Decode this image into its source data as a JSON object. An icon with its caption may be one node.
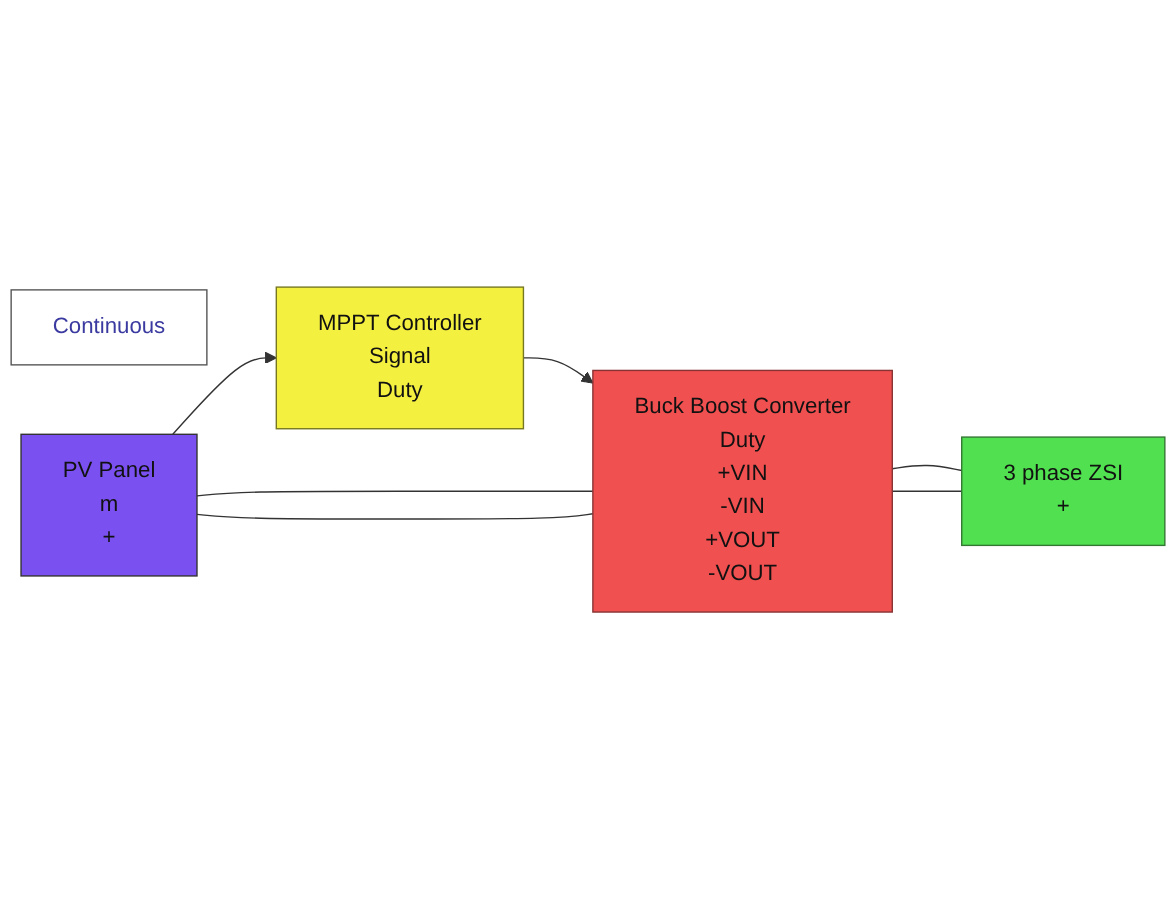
{
  "diagram": {
    "nodes": [
      {
        "text": [
          "Continuous"
        ]
      },
      {
        "text": [
          "PV Panel",
          "m",
          "+"
        ]
      },
      {
        "text": [
          "MPPT Controller",
          "Signal",
          "Duty"
        ]
      },
      {
        "text": [
          "Buck Boost Converter",
          "Duty",
          "+VIN",
          "-VIN",
          "+VOUT",
          "-VOUT"
        ]
      },
      {
        "text": [
          "3 phase ZSI",
          "+"
        ]
      }
    ],
    "edges": [
      {
        "from": 1,
        "to": 2,
        "arrow": "to"
      },
      {
        "from": 2,
        "to": 3,
        "arrow": "to"
      },
      {
        "from": 1,
        "to": 3,
        "arrow": "none"
      },
      {
        "from": 1,
        "to": 3,
        "arrow": "none"
      },
      {
        "from": 3,
        "to": 4,
        "arrow": "none"
      },
      {
        "from": 3,
        "to": 4,
        "arrow": "none"
      }
    ]
  }
}
